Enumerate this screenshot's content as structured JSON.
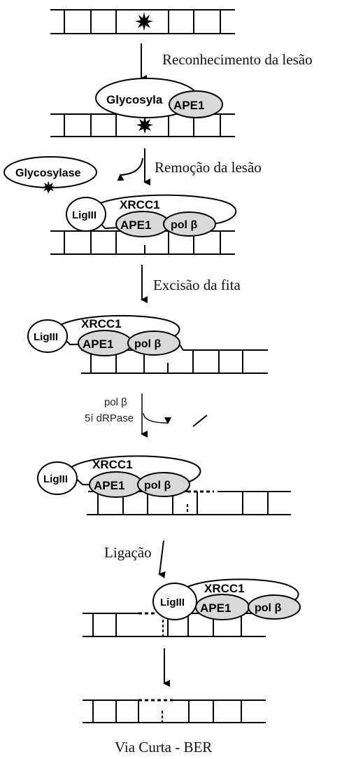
{
  "steps": [
    {
      "label": "Reconhecimento da lesão"
    },
    {
      "label": "Remoção da lesão"
    },
    {
      "label": "Excisão da fita"
    },
    {
      "label": "Ligação"
    }
  ],
  "enzyme_labels": {
    "pol_line1": "pol β",
    "pol_line2": "5í dRPase"
  },
  "proteins": {
    "glycosylase_partial": "Glycosyla",
    "glycosylase": "Glycosylase",
    "ape1": "APE1",
    "ligiii": "LigIII",
    "xrcc1": "XRCC1",
    "ape1_short": "APE1",
    "pol_beta": "pol β"
  },
  "caption": "Via Curta - BER",
  "colors": {
    "line": "#000000",
    "protein_fill": "#d9d9d9",
    "white_fill": "#ffffff"
  }
}
